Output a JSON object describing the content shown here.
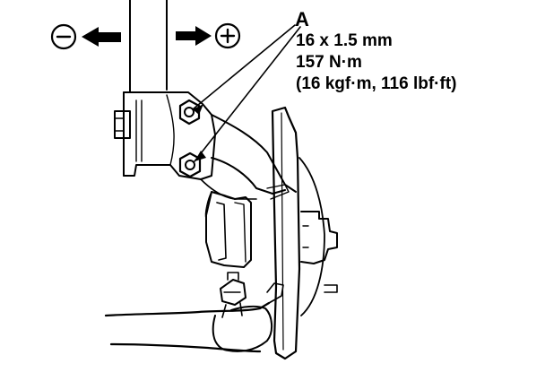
{
  "diagram": {
    "callout": {
      "letter": "A",
      "lines": [
        "16 x 1.5 mm",
        "157 N·m",
        "(16 kgf·m, 116 lbf·ft)"
      ]
    },
    "direction_symbols": {
      "left": "⊖",
      "right": "⊕"
    },
    "colors": {
      "ink": "#000000",
      "paper": "#ffffff"
    }
  }
}
